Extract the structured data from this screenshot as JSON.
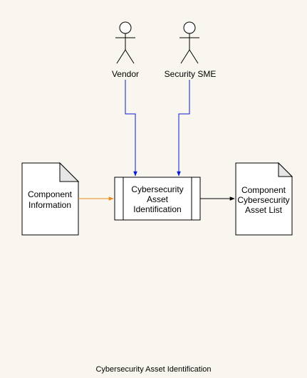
{
  "actors": [
    {
      "id": "vendor",
      "label": "Vendor"
    },
    {
      "id": "security-sme",
      "label": "Security SME"
    }
  ],
  "process": {
    "lines": [
      "Cybersecurity",
      "Asset",
      "Identification"
    ]
  },
  "documents": {
    "input": {
      "lines": [
        "Component",
        "Information"
      ]
    },
    "output": {
      "lines": [
        "Component",
        "Cybersecurity",
        "Asset List"
      ]
    }
  },
  "edge_colors": {
    "actor_to_process": "#0a1bd6",
    "input_to_process": "#ea8a1a",
    "process_to_output": "#000000"
  },
  "caption": "Cybersecurity Asset Identification"
}
